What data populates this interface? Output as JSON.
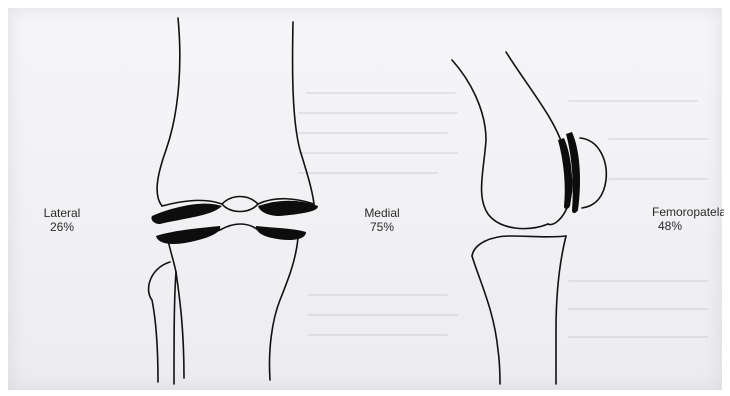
{
  "labels": {
    "lateral": {
      "name": "Lateral",
      "percent": "26%"
    },
    "medial": {
      "name": "Medial",
      "percent": "75%"
    },
    "femoropatelar": {
      "name": "Femoropatelar",
      "percent": "48%"
    }
  },
  "colors": {
    "ink": "#111111",
    "paper": "#f2f2f5",
    "cartilage": "#0d0d0d"
  },
  "figures": [
    "knee-anterior-view",
    "knee-lateral-view"
  ]
}
